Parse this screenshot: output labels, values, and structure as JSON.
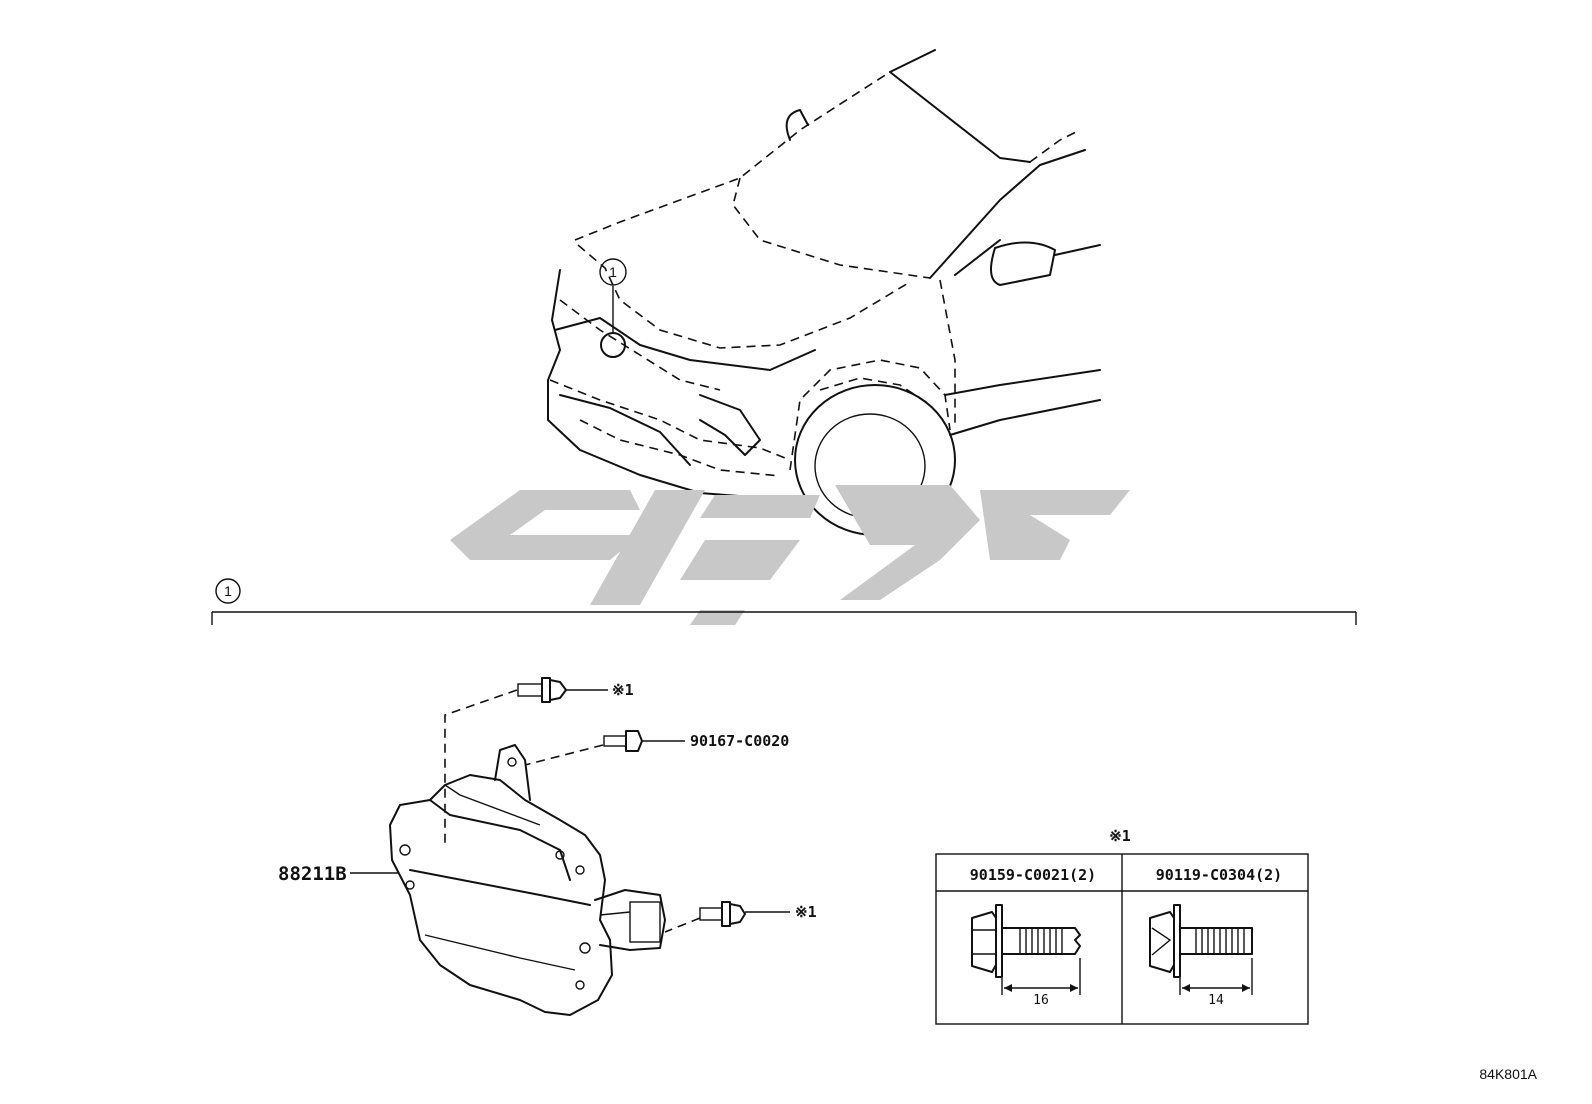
{
  "callouts": {
    "car_marker": "1",
    "section_marker": "1"
  },
  "parts": {
    "main_unit": "88211B",
    "screw": "90167-C0020",
    "ref_bolt_upper": "※1",
    "ref_bolt_lower": "※1"
  },
  "reference_table": {
    "title": "※1",
    "columns": [
      {
        "part_number": "90159-C0021(2)",
        "length": "16"
      },
      {
        "part_number": "90119-C0304(2)",
        "length": "14"
      }
    ]
  },
  "diagram_code": "84K801A",
  "colors": {
    "line": "#111111",
    "watermark": "#c8c8c8",
    "background": "#ffffff"
  }
}
